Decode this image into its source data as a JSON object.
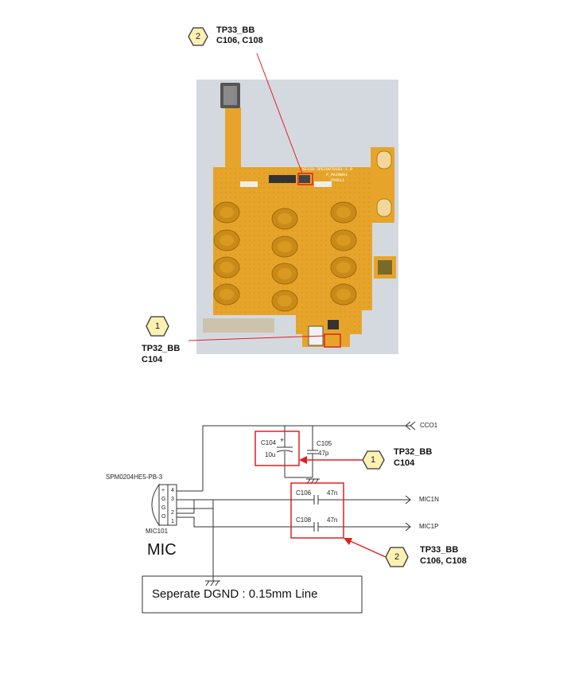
{
  "callouts": {
    "top": {
      "num": "2",
      "line1": "TP33_BB",
      "line2": "C106, C108"
    },
    "photo_left": {
      "num": "1",
      "line1": "TP32_BB",
      "line2": "C104"
    },
    "schem_right1": {
      "num": "1",
      "line1": "TP32_BB",
      "line2": "C104"
    },
    "schem_right2": {
      "num": "2",
      "line1": "TP33_BB",
      "line2": "C106, C108"
    }
  },
  "pcb": {
    "silkscreen": [
      "KE150-SPE20070101-1.0",
      "P_MAINB01",
      "TP0611"
    ]
  },
  "schematic": {
    "part_number": "SPM0204HE5-PB-3",
    "ref": "MIC101",
    "title": "MIC",
    "pins": [
      "4",
      "3",
      "2",
      "1"
    ],
    "pin_marks": [
      "+",
      "G",
      "G",
      "O"
    ],
    "c104": {
      "ref": "C104",
      "value": "10u"
    },
    "c105": {
      "ref": "C105",
      "value": "47p"
    },
    "c106": {
      "ref": "C106",
      "value": "47n"
    },
    "c108": {
      "ref": "C108",
      "value": "47n"
    },
    "nets": {
      "cco1": "CCO1",
      "mic1n": "MIC1N",
      "mic1p": "MIC1P"
    },
    "dgnd_note": "Seperate DGND : 0.15mm Line"
  },
  "colors": {
    "callout_fill": "#fdf0b3",
    "callout_stroke": "#333333",
    "highlight": "#e02020",
    "pcb_board": "#e6a52a",
    "pcb_pad": "#c98a18",
    "photo_bg": "#d4d9e0"
  }
}
